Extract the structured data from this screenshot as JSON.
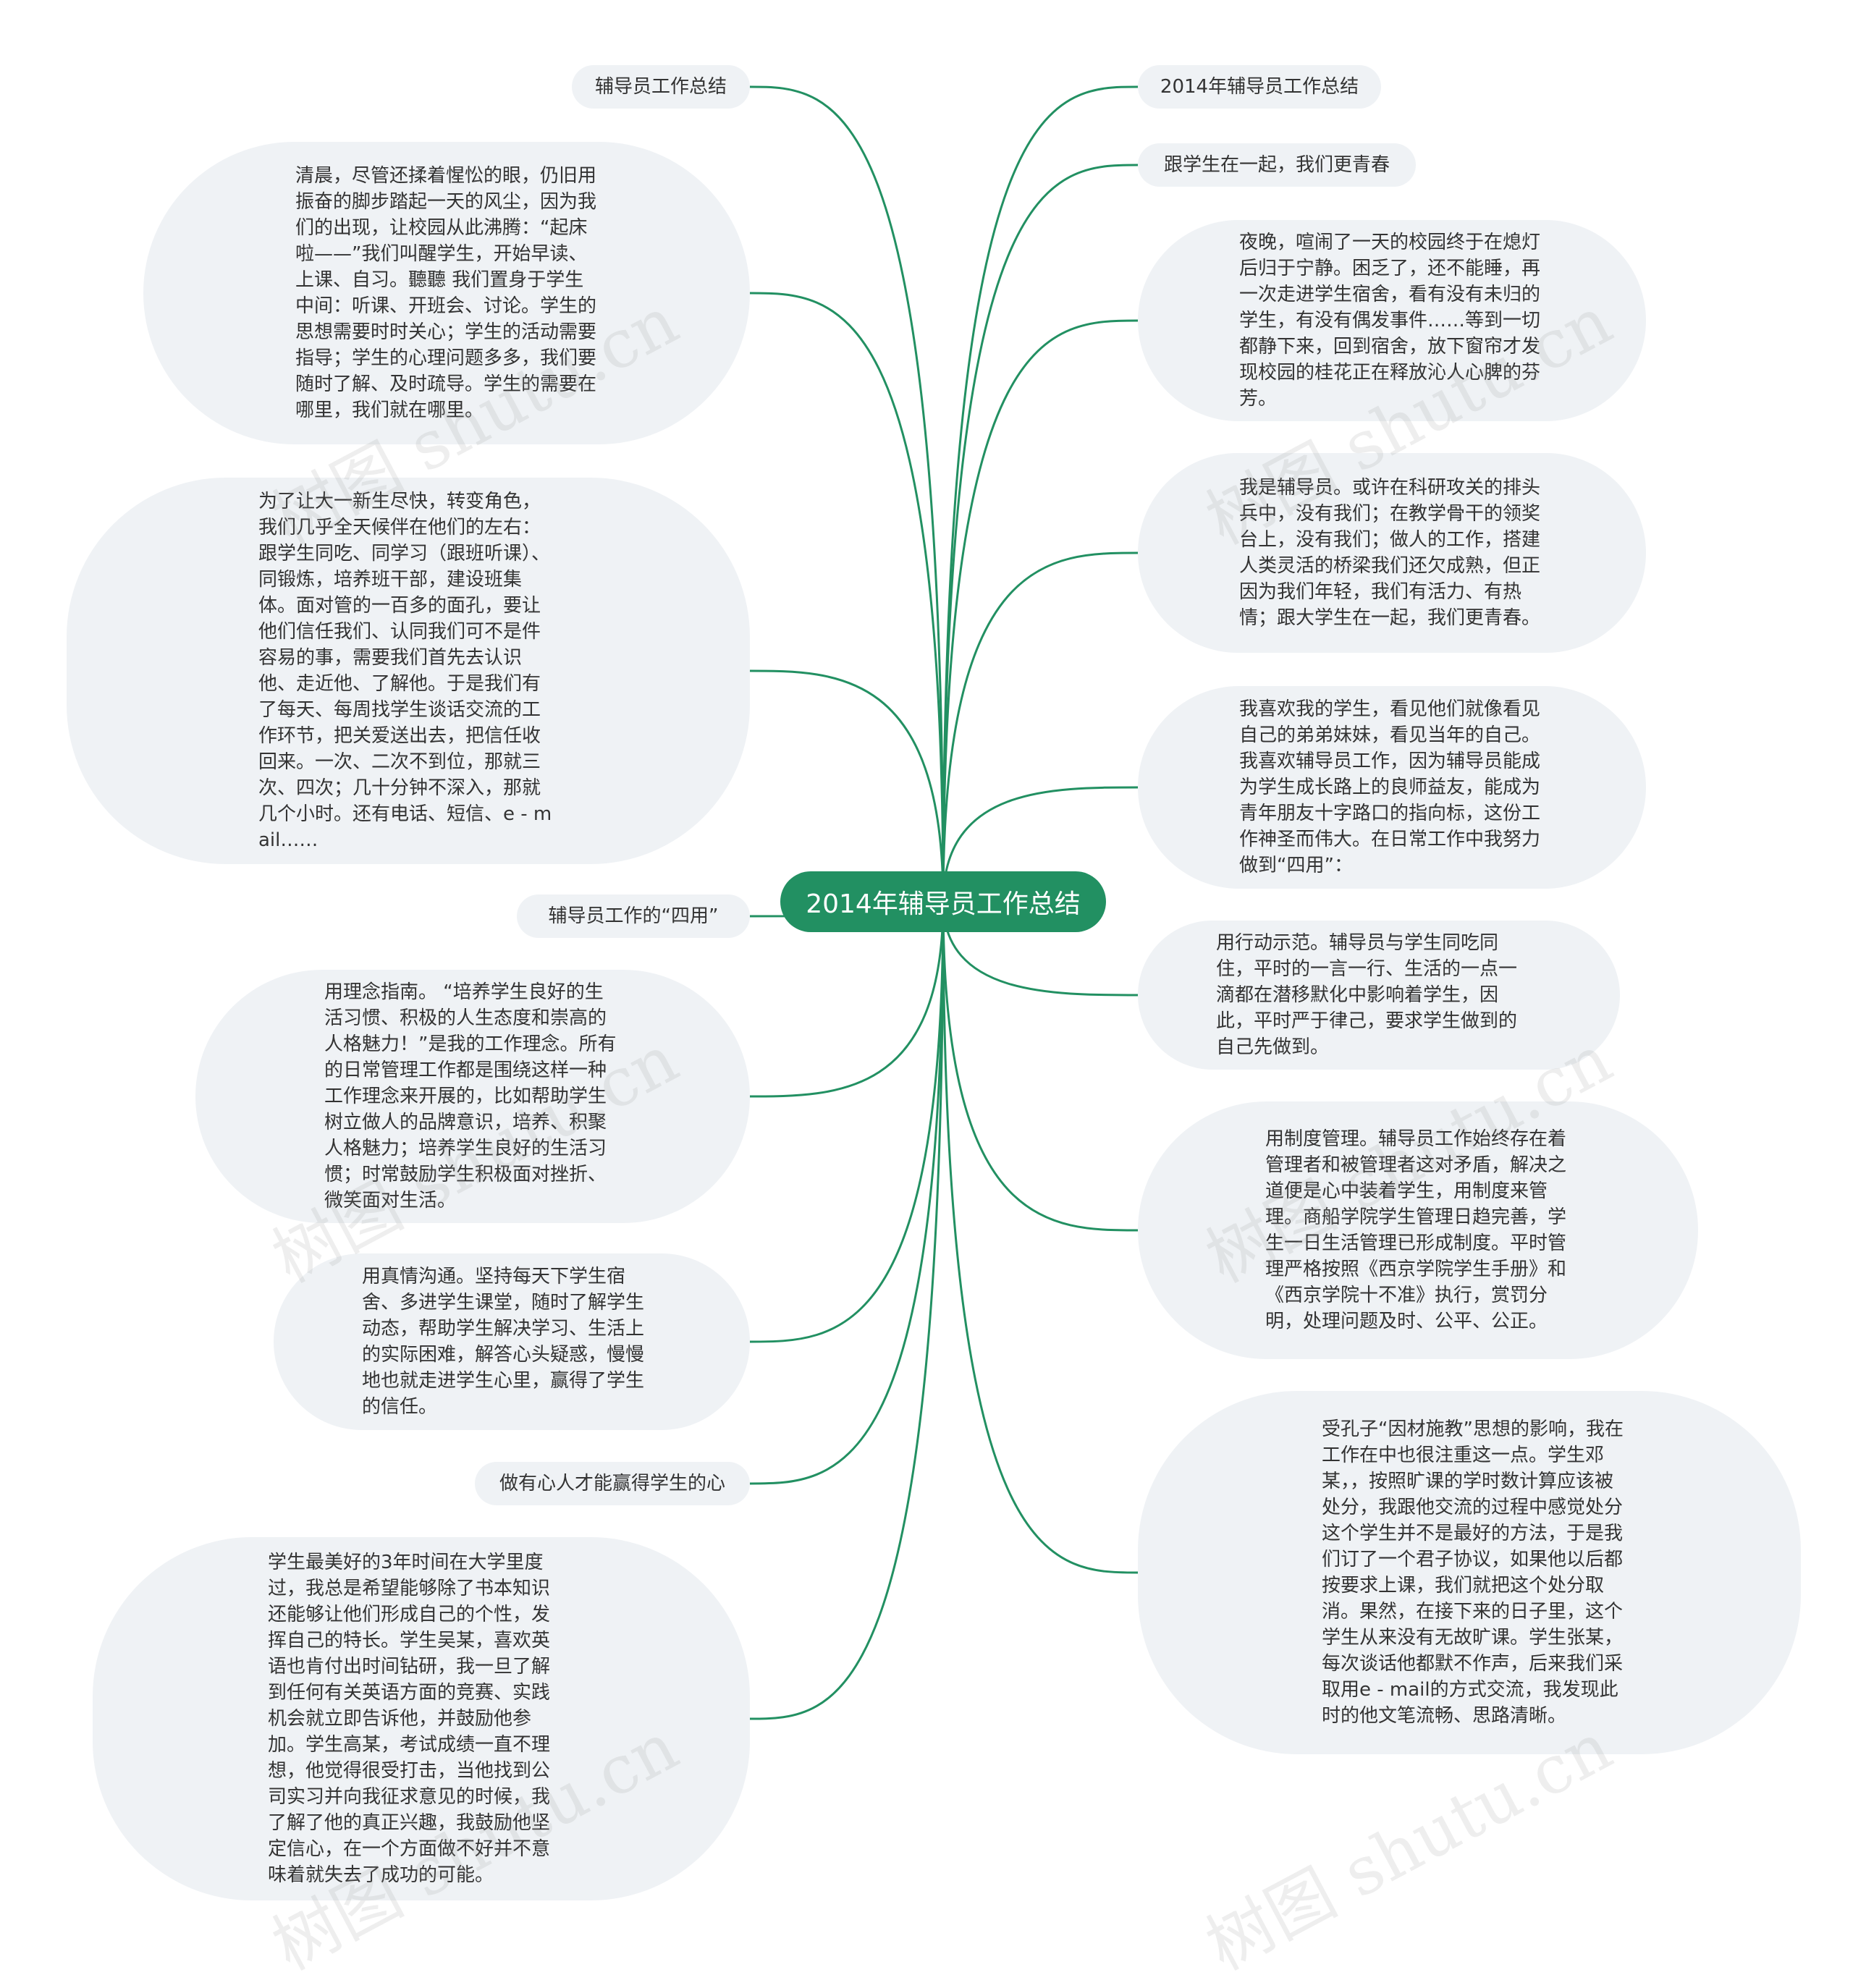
{
  "root": {
    "label": "2014年辅导员工作总结"
  },
  "link_color": "#229062",
  "watermark": "树图 shutu.cn",
  "left": [
    {
      "id": "l1",
      "kind": "label",
      "text": "辅导员工作总结"
    },
    {
      "id": "l2",
      "kind": "block",
      "text": "清晨，尽管还揉着惺忪的眼，仍旧用振奋的脚步踏起一天的风尘，因为我们的出现，让校园从此沸腾：“起床啦——”我们叫醒学生，开始早读、上课、自习。聽聽 我们置身于学生中间：听课、开班会、讨论。学生的思想需要时时关心；学生的活动需要指导；学生的心理问题多多，我们要随时了解、及时疏导。学生的需要在哪里，我们就在哪里。"
    },
    {
      "id": "l3",
      "kind": "block",
      "text": "为了让大一新生尽快，转变角色，我们几乎全天候伴在他们的左右：跟学生同吃、同学习（跟班听课）、同锻炼，培养班干部，建设班集体。面对管的一百多的面孔，要让他们信任我们、认同我们可不是件容易的事，需要我们首先去认识他、走近他、了解他。于是我们有了每天、每周找学生谈话交流的工作环节，把关爱送出去，把信任收回来。一次、二次不到位，那就三次、四次；几十分钟不深入，那就几个小时。还有电话、短信、e - mail……"
    },
    {
      "id": "l4",
      "kind": "label",
      "text": "辅导员工作的“四用”"
    },
    {
      "id": "l5",
      "kind": "block",
      "text": "用理念指南。  “培养学生良好的生活习惯、积极的人生态度和崇高的人格魅力！”是我的工作理念。所有的日常管理工作都是围绕这样一种工作理念来开展的，比如帮助学生树立做人的品牌意识，培养、积聚人格魅力；培养学生良好的生活习惯；时常鼓励学生积极面对挫折、微笑面对生活。"
    },
    {
      "id": "l6",
      "kind": "block",
      "text": "用真情沟通。坚持每天下学生宿舍、多进学生课堂，随时了解学生动态，帮助学生解决学习、生活上的实际困难，解答心头疑惑，慢慢地也就走进学生心里，赢得了学生的信任。"
    },
    {
      "id": "l7",
      "kind": "label",
      "text": "做有心人才能赢得学生的心"
    },
    {
      "id": "l8",
      "kind": "block",
      "text": "学生最美好的3年时间在大学里度过，我总是希望能够除了书本知识还能够让他们形成自己的个性，发挥自己的特长。学生吴某，喜欢英语也肯付出时间钻研，我一旦了解到任何有关英语方面的竞赛、实践机会就立即告诉他，并鼓励他参加。学生高某，考试成绩一直不理想，他觉得很受打击，当他找到公司实习并向我征求意见的时候，我了解了他的真正兴趣，我鼓励他坚定信心，在一个方面做不好并不意味着就失去了成功的可能。"
    }
  ],
  "right": [
    {
      "id": "r1",
      "kind": "label",
      "text": "2014年辅导员工作总结"
    },
    {
      "id": "r2",
      "kind": "label",
      "text": "跟学生在一起，我们更青春"
    },
    {
      "id": "r3",
      "kind": "block",
      "text": "夜晚，喧闹了一天的校园终于在熄灯后归于宁静。困乏了，还不能睡，再一次走进学生宿舍，看有没有未归的学生，有没有偶发事件……等到一切都静下来，回到宿舍，放下窗帘才发现校园的桂花正在释放沁人心脾的芬芳。"
    },
    {
      "id": "r4",
      "kind": "block",
      "text": "我是辅导员。或许在科研攻关的排头兵中，没有我们；在教学骨干的领奖台上，没有我们；做人的工作，搭建人类灵活的桥梁我们还欠成熟，但正因为我们年轻，我们有活力、有热情；跟大学生在一起，我们更青春。"
    },
    {
      "id": "r5",
      "kind": "block",
      "text": "我喜欢我的学生，看见他们就像看见自己的弟弟妹妹，看见当年的自己。我喜欢辅导员工作，因为辅导员能成为学生成长路上的良师益友，能成为青年朋友十字路口的指向标，这份工作神圣而伟大。在日常工作中我努力做到“四用”："
    },
    {
      "id": "r6",
      "kind": "block",
      "text": "用行动示范。辅导员与学生同吃同住，平时的一言一行、生活的一点一滴都在潜移默化中影响着学生，因此，平时严于律己，要求学生做到的自己先做到。"
    },
    {
      "id": "r7",
      "kind": "block",
      "text": "用制度管理。辅导员工作始终存在着管理者和被管理者这对矛盾，解决之道便是心中装着学生，用制度来管理。商船学院学生管理日趋完善，学生一日生活管理已形成制度。平时管理严格按照《西京学院学生手册》和《西京学院十不准》执行，赏罚分明，处理问题及时、公平、公正。"
    },
    {
      "id": "r8",
      "kind": "block",
      "text": "受孔子“因材施教”思想的影响，我在工作在中也很注重这一点。学生邓某，，按照旷课的学时数计算应该被处分，我跟他交流的过程中感觉处分这个学生并不是最好的方法，于是我们订了一个君子协议，如果他以后都按要求上课，我们就把这个处分取消。果然，在接下来的日子里，这个学生从来没有无故旷课。学生张某，每次谈话他都默不作声，后来我们采取用e - mail的方式交流，我发现此时的他文笔流畅、思路清晰。"
    }
  ]
}
